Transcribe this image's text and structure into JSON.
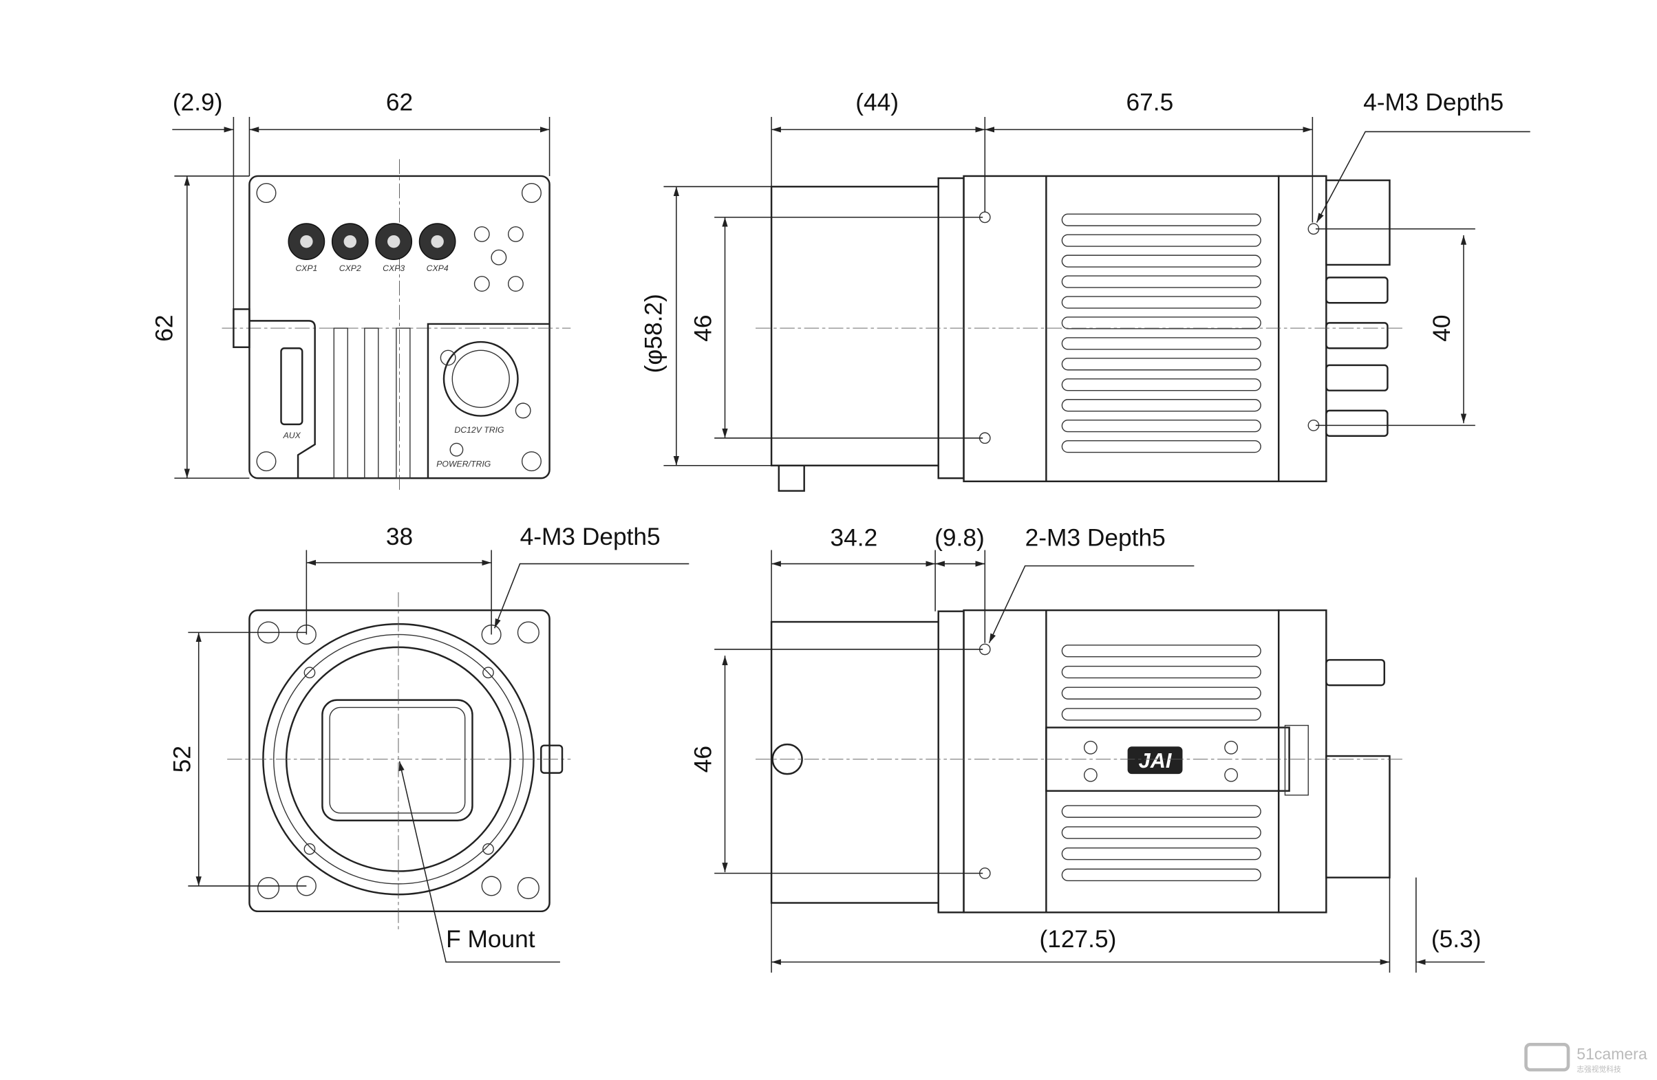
{
  "rear_view": {
    "dim_offset": "(2.9)",
    "dim_width": "62",
    "dim_height": "62",
    "connectors": [
      "CXP1",
      "CXP2",
      "CXP3",
      "CXP4"
    ],
    "aux_label": "AUX",
    "power_label": "DC12V TRIG",
    "power_trig_label": "POWER/TRIG"
  },
  "side_view_top": {
    "dim_lens": "(44)",
    "dim_body": "67.5",
    "dim_diameter": "(φ58.2)",
    "dim_46": "46",
    "dim_40": "40",
    "callout": "4-M3 Depth5"
  },
  "front_view": {
    "dim_width": "38",
    "dim_height": "52",
    "callout": "4-M3 Depth5",
    "mount_label": "F Mount"
  },
  "side_view_bottom": {
    "dim_lens": "34.2",
    "dim_flange": "(9.8)",
    "callout": "2-M3 Depth5",
    "dim_46": "46",
    "dim_total": "(127.5)",
    "dim_rear": "(5.3)",
    "logo": "JAI"
  },
  "watermark": {
    "brand": "51camera",
    "subtitle": "志强视觉科技"
  }
}
